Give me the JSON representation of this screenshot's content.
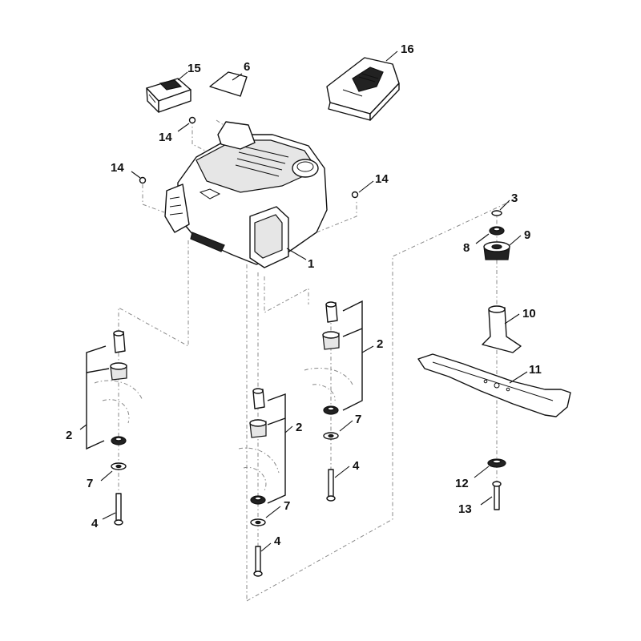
{
  "callouts": {
    "c1": "1",
    "c2a": "2",
    "c2b": "2",
    "c2c": "2",
    "c3": "3",
    "c4a": "4",
    "c4b": "4",
    "c4c": "4",
    "c6": "6",
    "c7a": "7",
    "c7b": "7",
    "c7c": "7",
    "c8": "8",
    "c9": "9",
    "c10": "10",
    "c11": "11",
    "c12": "12",
    "c13": "13",
    "c14a": "14",
    "c14b": "14",
    "c14c": "14",
    "c15": "15",
    "c16": "16"
  },
  "icons": {
    "engine": "engine-icon",
    "battery": "battery-pack-icon",
    "charger": "charger-icon",
    "filter": "air-filter-icon",
    "blade": "mower-blade-icon",
    "blade_adapter": "blade-adapter-icon",
    "bolt": "bolt-icon",
    "washer": "washer-icon",
    "nut": "nut-icon"
  },
  "colors": {
    "line": "#111111",
    "dash": "#888888",
    "background": "#ffffff"
  }
}
